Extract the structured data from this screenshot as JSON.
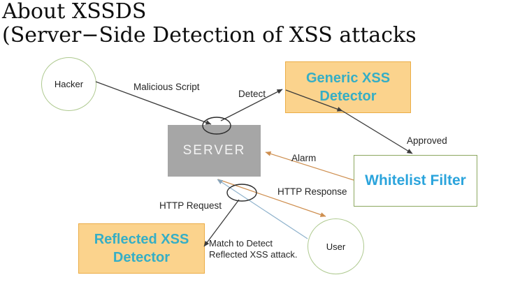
{
  "title": {
    "line1": "About XSSDS",
    "line2": "(Server−Side Detection of XSS attacks"
  },
  "nodes": {
    "hacker": {
      "label": "Hacker"
    },
    "user": {
      "label": "User"
    },
    "server": {
      "label": "SERVER"
    },
    "generic_detector": {
      "line1": "Generic XSS",
      "line2": "Detector"
    },
    "whitelist_filter": {
      "label": "Whitelist Filter"
    },
    "reflected_detector": {
      "line1": "Reflected XSS",
      "line2": "Detector"
    }
  },
  "edge_labels": {
    "malicious_script": "Malicious Script",
    "detect": "Detect",
    "approved": "Approved",
    "alarm": "Alarm",
    "http_response": "HTTP Response",
    "http_request": "HTTP Request",
    "match_note_line1": "Match to Detect",
    "match_note_line2": "Reflected XSS attack."
  },
  "colors": {
    "detector_box_fill": "#FBD38D",
    "detector_box_border": "#EBAC45",
    "detector_text": "#35AEC5",
    "whitelist_text": "#2BA4DC",
    "whitelist_border": "#8CA75F",
    "server_fill": "#A6A6A6",
    "server_text": "#F4F4F4",
    "actor_circle_border": "#AEC98F",
    "line_black": "#3B3B3B",
    "line_orange": "#CE8E4E",
    "line_blue": "#8FB2CC"
  }
}
